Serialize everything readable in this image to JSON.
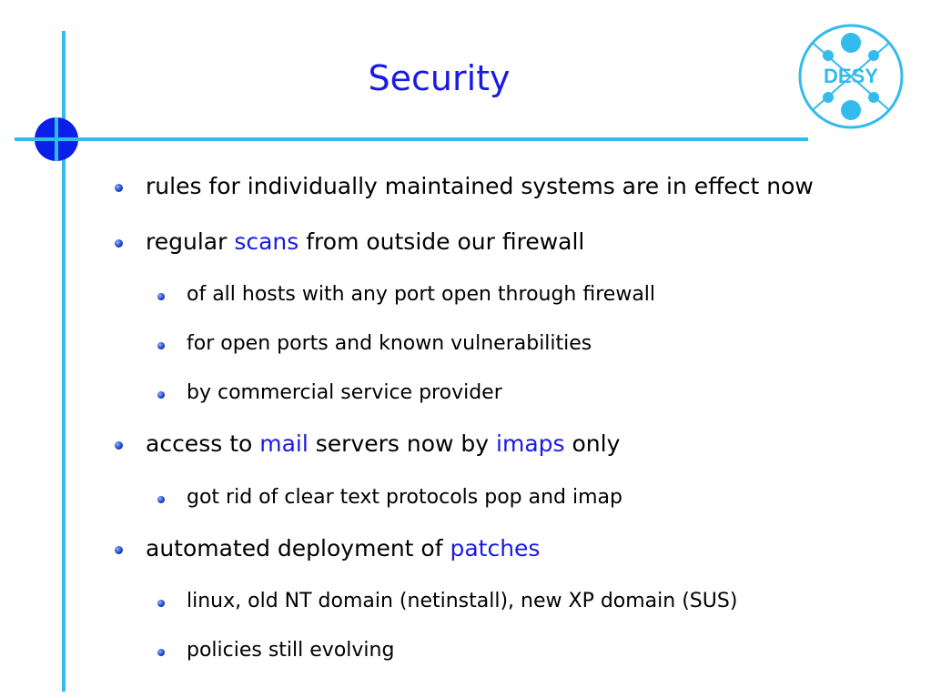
{
  "slide": {
    "title": "Security",
    "logo_text": "DESY"
  },
  "bullets": [
    {
      "text": "rules for individually maintained systems are in effect now"
    },
    {
      "pre": "regular ",
      "link": "scans",
      "post": " from outside our firewall"
    },
    {
      "text": "of all hosts with any port open through firewall"
    },
    {
      "text": "for open ports and known vulnerabilities"
    },
    {
      "text": "by commercial service provider"
    },
    {
      "pre": "access to ",
      "link1": "mail",
      "mid": " servers now by ",
      "link2": "imaps",
      "post": " only"
    },
    {
      "text": "got rid of clear text protocols pop and imap"
    },
    {
      "pre": "automated deployment of ",
      "link": "patches"
    },
    {
      "text": "linux, old NT domain (netinstall), new XP domain (SUS)"
    },
    {
      "text": "policies still evolving"
    }
  ],
  "colors": {
    "accent_line": "#33bbee",
    "title": "#1a1ae6",
    "corner_dot": "#0a1fe8",
    "link": "#1a1ae6"
  }
}
